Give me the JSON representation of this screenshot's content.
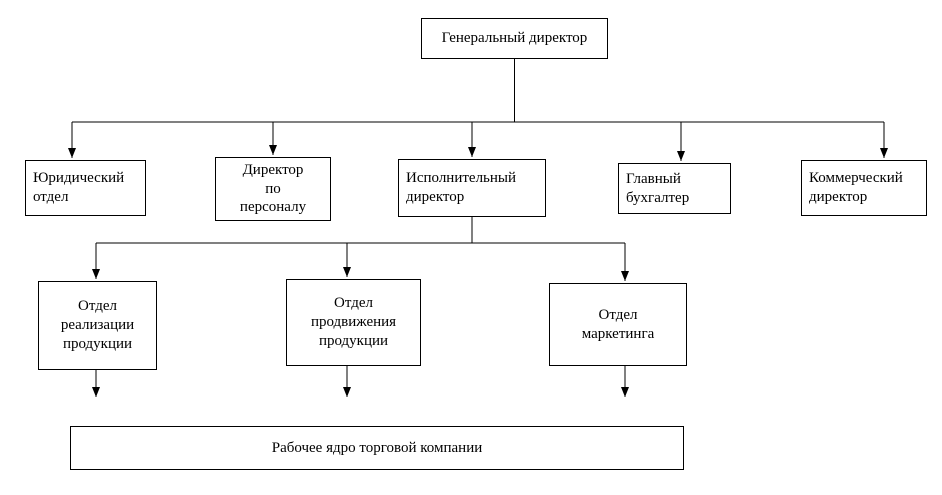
{
  "colors": {
    "line": "#000000",
    "background": "#ffffff",
    "text": "#000000"
  },
  "org": {
    "root": {
      "label": "Генеральный директор"
    },
    "level2": [
      {
        "label": "Юридический\nотдел"
      },
      {
        "label": "Директор\nпо\nперсоналу"
      },
      {
        "label": "Исполнительный\nдиректор"
      },
      {
        "label": "Главный\nбухгалтер"
      },
      {
        "label": "Коммерческий\nдиректор"
      }
    ],
    "level3": [
      {
        "label": "Отдел\nреализации\nпродукции"
      },
      {
        "label": "Отдел\nпродвижения\nпродукции"
      },
      {
        "label": "Отдел\nмаркетинга"
      }
    ],
    "base": {
      "label": "Рабочее ядро торговой компании"
    }
  }
}
